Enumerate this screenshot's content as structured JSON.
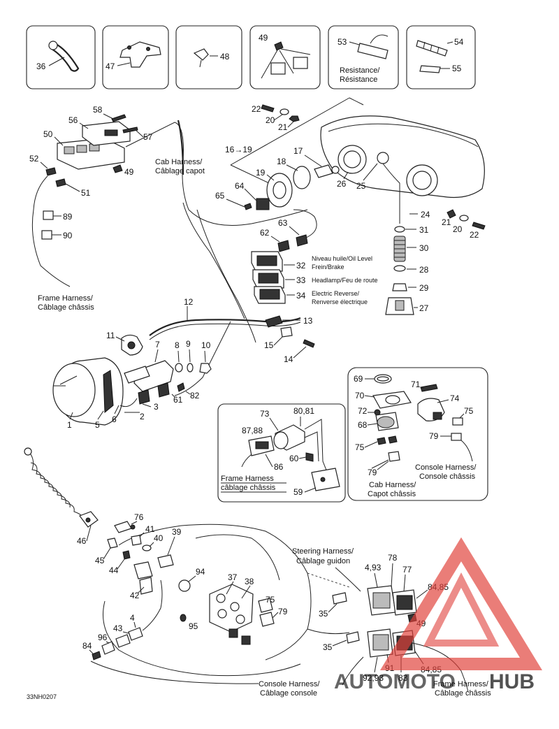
{
  "top_boxes": [
    {
      "id": "36",
      "label": "36"
    },
    {
      "id": "47",
      "label": "47"
    },
    {
      "id": "48",
      "label": "48"
    },
    {
      "id": "49",
      "label": "49"
    },
    {
      "id": "53",
      "label": "53",
      "caption_en": "Resistance/",
      "caption_fr": "Résistance"
    },
    {
      "id": "54",
      "label": "54",
      "label2": "55"
    }
  ],
  "callouts": {
    "n58": "58",
    "n56": "56",
    "n57": "57",
    "n50": "50",
    "n49b": "49",
    "n52": "52",
    "n51": "51",
    "n89": "89",
    "n90": "90",
    "n22a": "22",
    "n20a": "20",
    "n21a": "21",
    "n16": "16→19",
    "n17": "17",
    "n18": "18",
    "n19": "19",
    "n26": "26",
    "n25": "25",
    "n64": "64",
    "n65": "65",
    "n24": "24",
    "n21b": "21",
    "n20b": "20",
    "n22b": "22",
    "n31": "31",
    "n30": "30",
    "n28": "28",
    "n29": "29",
    "n27": "27",
    "n63": "63",
    "n62": "62",
    "n32": "32",
    "n33": "33",
    "n34": "34",
    "n12": "12",
    "n13": "13",
    "n15": "15",
    "n14": "14",
    "n11": "11",
    "n7": "7",
    "n8": "8",
    "n9": "9",
    "n10": "10",
    "n1": "1",
    "n5": "5",
    "n6": "6",
    "n2": "2",
    "n3": "3",
    "n61": "61",
    "n82": "82",
    "n73": "73",
    "n8081": "80,81",
    "n8788": "87,88",
    "n86": "86",
    "n60": "60",
    "n59": "59",
    "n69": "69",
    "n71": "71",
    "n70": "70",
    "n74": "74",
    "n72": "72",
    "n75a": "75",
    "n68": "68",
    "n79a": "79",
    "n75b": "75",
    "n79b": "79",
    "n76": "76",
    "n41": "41",
    "n40": "40",
    "n39": "39",
    "n46": "46",
    "n45": "45",
    "n44": "44",
    "n42": "42",
    "n94": "94",
    "n37": "37",
    "n38": "38",
    "n75c": "75",
    "n79c": "79",
    "n43": "43",
    "n4": "4",
    "n95": "95",
    "n96": "96",
    "n84": "84",
    "n35a": "35",
    "n35b": "35",
    "n493": "4,93",
    "n78": "78",
    "n77": "77",
    "n8485a": "84,85",
    "n49c": "49",
    "n9293": "92,93",
    "n91": "91",
    "n83": "83",
    "n8485b": "84,85"
  },
  "harness_labels": {
    "cab_en": "Cab Harness/",
    "cab_fr": "Câblage capot",
    "frame_en": "Frame Harness/",
    "frame_fr": "Câblage châssis",
    "frame_box_en": "Frame Harness",
    "frame_box_fr": "câblage châssis",
    "console_box_en": "Console Harness/",
    "console_box_fr": "Console châssis",
    "cab_box_en": "Cab Harness/",
    "cab_box_fr": "Capot châssis",
    "steering_en": "Steering Harness/",
    "steering_fr": "Câblage guidon",
    "console_en": "Console Harness/",
    "console_fr": "Câblage console",
    "frame2_en": "Frame Harness/",
    "frame2_fr": "Câblage châssis"
  },
  "switch_labels": {
    "s32_en": "Niveau huile/Oil Level",
    "s32_fr": "Frein/Brake",
    "s33": "Headlamp/Feu de route",
    "s34_en": "Electric Reverse/",
    "s34_fr": "Renverse électrique"
  },
  "figure_code": "33NH0207",
  "watermark": {
    "part1": "AUTOMOTO",
    "part2": "HUB",
    "accent": "#e0403a",
    "gold": "#e7b54a"
  }
}
